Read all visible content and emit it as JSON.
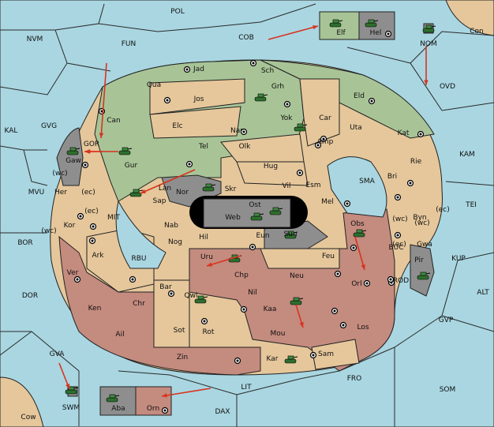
{
  "map": {
    "sea_labels": [
      "POL",
      "NVM",
      "FUN",
      "COB",
      "Con",
      "NOM",
      "OVD",
      "KAL",
      "GVG",
      "KAM",
      "MVU",
      "MIT",
      "SMA",
      "TEI",
      "BOR",
      "RBU",
      "BUC",
      "KUP",
      "DOR",
      "ROD",
      "ALT",
      "GVP",
      "GVA",
      "FRO",
      "SOM",
      "LIT",
      "DAX",
      "Cow",
      "SWM"
    ],
    "coast_labels": [
      "(wc)",
      "(ec)",
      "(ec)",
      "(wc)",
      "(wc)",
      "(ec)",
      "(wc)",
      "(ec)"
    ],
    "land_labels": [
      "Jad",
      "Sch",
      "Qua",
      "Jos",
      "Grh",
      "Can",
      "Elc",
      "Nar",
      "Yok",
      "Car",
      "Eld",
      "Uta",
      "Kat",
      "GOR",
      "Gaw",
      "Gur",
      "Tel",
      "Olk",
      "Amp",
      "Lan",
      "Hug",
      "Rie",
      "Bri",
      "Her",
      "Nor",
      "Sap",
      "Vil",
      "Esm",
      "Skr",
      "Ost",
      "Web",
      "Mel",
      "Kor",
      "Nab",
      "Sun",
      "Obs",
      "Byn",
      "Eun",
      "Gwa",
      "Hil",
      "Ark",
      "Nog",
      "Uru",
      "Feu",
      "Pir",
      "Ver",
      "Chp",
      "Neu",
      "Bar",
      "Qwi",
      "Nil",
      "Orl",
      "Chr",
      "Ken",
      "Kaa",
      "Ail",
      "Rot",
      "Sot",
      "Mou",
      "Los",
      "Zin",
      "Kar",
      "Sam",
      "Elf",
      "Hel",
      "Aba",
      "Orn"
    ]
  }
}
